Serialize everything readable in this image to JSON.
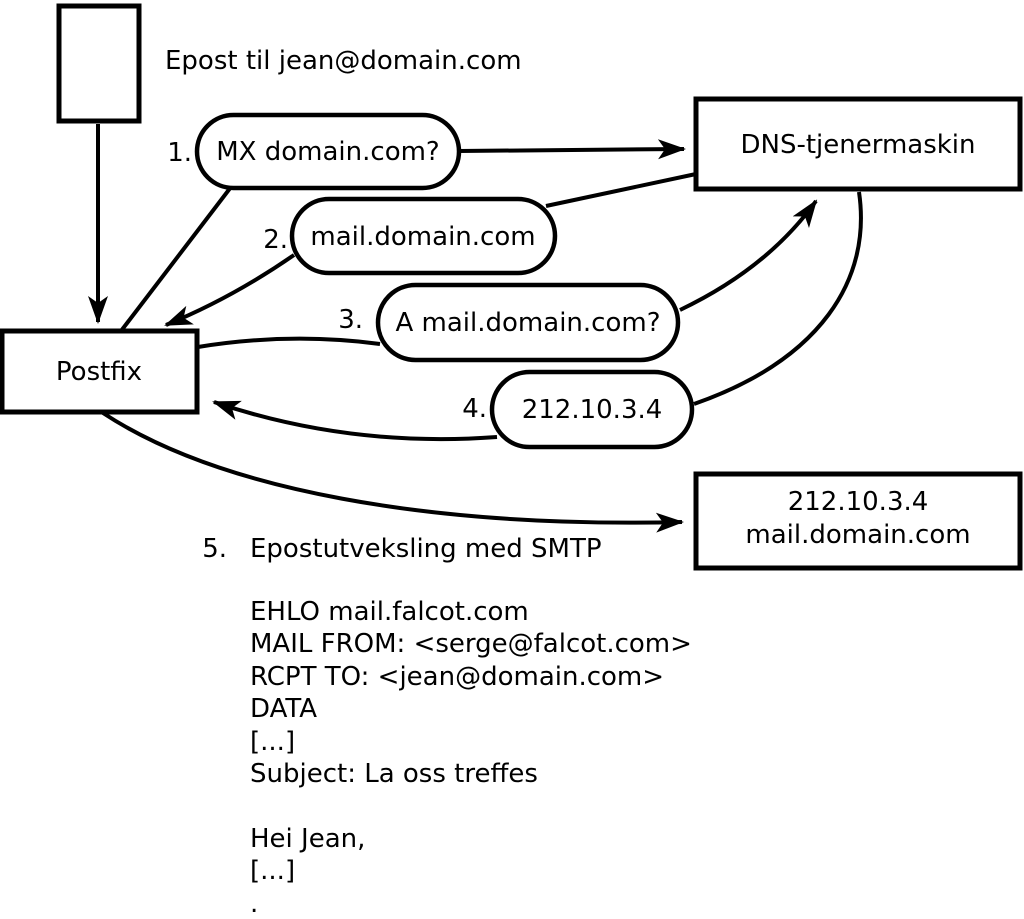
{
  "diagram": {
    "note_top": "Epost til jean@domain.com",
    "nodes": {
      "postfix": "Postfix",
      "dns_server": "DNS-tjenermaskin",
      "mail_server_line1": "212.10.3.4",
      "mail_server_line2": "mail.domain.com"
    },
    "steps": [
      {
        "num": "1.",
        "label": "MX domain.com?"
      },
      {
        "num": "2.",
        "label": "mail.domain.com"
      },
      {
        "num": "3.",
        "label": "A mail.domain.com?"
      },
      {
        "num": "4.",
        "label": "212.10.3.4"
      },
      {
        "num": "5.",
        "label": "Epostutveksling med SMTP"
      }
    ],
    "smtp_dialogue": "EHLO mail.falcot.com\nMAIL FROM: <serge@falcot.com>\nRCPT TO: <jean@domain.com>\nDATA\n[...]\nSubject: La oss treffes\n\nHei Jean,\n[...]\n.",
    "colors": {
      "stroke": "#000000",
      "background": "#ffffff"
    }
  }
}
